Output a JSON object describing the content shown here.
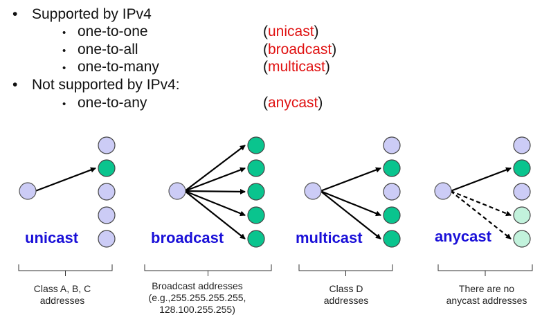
{
  "bullets": [
    {
      "level": 1,
      "text": "Supported by IPv4",
      "paren": null
    },
    {
      "level": 2,
      "text": "one-to-one",
      "paren": "unicast"
    },
    {
      "level": 2,
      "text": "one-to-all",
      "paren": "broadcast"
    },
    {
      "level": 2,
      "text": "one-to-many",
      "paren": "multicast"
    },
    {
      "level": 1,
      "text": "Not supported by IPv4:",
      "paren": null
    },
    {
      "level": 2,
      "text": "one-to-any",
      "paren": "anycast"
    }
  ],
  "bullet_l1": "•",
  "bullet_l2": "•",
  "colors": {
    "node_idle": "#ccccf6",
    "node_active": "#0ac48e",
    "node_candidate": "#c2f2dc",
    "label_blue": "#1a10d8",
    "paren_red": "#e01010"
  },
  "panels": [
    {
      "name": "unicast",
      "label": "unicast",
      "nodes": [
        "idle",
        "active",
        "idle",
        "idle",
        "idle"
      ],
      "arrows": [
        {
          "to": 1,
          "style": "solid"
        }
      ],
      "note": [
        "Class A, B, C",
        "addresses"
      ]
    },
    {
      "name": "broadcast",
      "label": "broadcast",
      "nodes": [
        "active",
        "active",
        "active",
        "active",
        "active"
      ],
      "arrows": [
        {
          "to": 0,
          "style": "solid"
        },
        {
          "to": 1,
          "style": "solid"
        },
        {
          "to": 2,
          "style": "solid"
        },
        {
          "to": 3,
          "style": "solid"
        },
        {
          "to": 4,
          "style": "solid"
        }
      ],
      "note": [
        "Broadcast addresses",
        "(e.g.,255.255.255.255,",
        "128.100.255.255)"
      ]
    },
    {
      "name": "multicast",
      "label": "multicast",
      "nodes": [
        "idle",
        "active",
        "idle",
        "active",
        "active"
      ],
      "arrows": [
        {
          "to": 1,
          "style": "solid"
        },
        {
          "to": 3,
          "style": "solid"
        },
        {
          "to": 4,
          "style": "solid"
        }
      ],
      "note": [
        "Class D",
        "addresses"
      ]
    },
    {
      "name": "anycast",
      "label": "anycast",
      "nodes": [
        "idle",
        "active",
        "idle",
        "candidate",
        "candidate"
      ],
      "arrows": [
        {
          "to": 1,
          "style": "solid"
        },
        {
          "to": 3,
          "style": "dashed"
        },
        {
          "to": 4,
          "style": "dashed"
        }
      ],
      "note": [
        "There are no",
        "anycast addresses"
      ]
    }
  ]
}
